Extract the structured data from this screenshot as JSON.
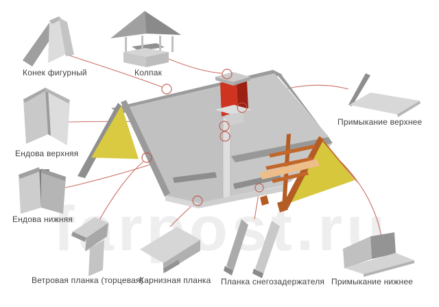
{
  "watermark": "farpost.ru",
  "colors": {
    "connector_red": "#c1564a",
    "roof_gray": "#c6c6c6",
    "gable_yellow": "#d8c93e",
    "chimney_red": "#ce3420",
    "wood_orange": "#b35c24",
    "label_gray": "#3f3f3f"
  },
  "parts": [
    {
      "id": "konek-figurnyj",
      "label": "Конек фигурный"
    },
    {
      "id": "kolpak",
      "label": "Колпак"
    },
    {
      "id": "endova-verhnyaya",
      "label": "Ендова верхняя"
    },
    {
      "id": "endova-nizhnyaya",
      "label": "Ендова нижняя"
    },
    {
      "id": "vetrovaya-planka",
      "label": "Ветровая планка (торцевая)"
    },
    {
      "id": "karniznaya-planka",
      "label": "Карнизная планка"
    },
    {
      "id": "planka-snegozaderzhatelya",
      "label": "Планка снегозадержателя"
    },
    {
      "id": "primykanie-nizhneye",
      "label": "Примыкание нижнее"
    },
    {
      "id": "primykanie-verkhneye",
      "label": "Примыкание верхнее"
    }
  ]
}
